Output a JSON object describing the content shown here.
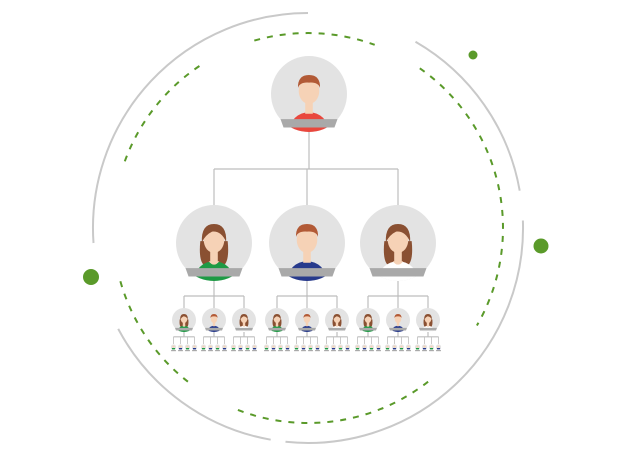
{
  "colors": {
    "background": "#ffffff",
    "ring": "#c9c9c9",
    "dash": "#5a9a2a",
    "dot": "#5a9a2a",
    "connector": "#bdbdbd",
    "avatar_circle": "#e3e3e3",
    "plaque": "#a9a9a9",
    "skin": "#f6d2b6",
    "hair_auburn": "#b25a36",
    "hair_brown": "#8a5032",
    "shirt_red": "#e9473d",
    "shirt_green": "#1e9a45",
    "shirt_navy": "#273a8c",
    "shirt_white": "#ffffff"
  },
  "org_chart": {
    "root": {
      "icon": "male-person-icon",
      "hair": "auburn",
      "shirt": "red"
    },
    "managers": [
      {
        "icon": "female-person-icon",
        "hair": "brown",
        "shirt": "green",
        "reports": [
          {
            "icon": "female-person-icon",
            "hair": "brown",
            "shirt": "green"
          },
          {
            "icon": "male-person-icon",
            "hair": "auburn",
            "shirt": "navy"
          },
          {
            "icon": "female-person-icon",
            "hair": "brown",
            "shirt": "white"
          }
        ]
      },
      {
        "icon": "male-person-icon",
        "hair": "auburn",
        "shirt": "navy",
        "reports": [
          {
            "icon": "female-person-icon",
            "hair": "brown",
            "shirt": "green"
          },
          {
            "icon": "male-person-icon",
            "hair": "auburn",
            "shirt": "navy"
          },
          {
            "icon": "female-person-icon",
            "hair": "brown",
            "shirt": "white"
          }
        ]
      },
      {
        "icon": "female-person-icon",
        "hair": "brown",
        "shirt": "white",
        "reports": [
          {
            "icon": "female-person-icon",
            "hair": "brown",
            "shirt": "green"
          },
          {
            "icon": "male-person-icon",
            "hair": "auburn",
            "shirt": "navy"
          },
          {
            "icon": "female-person-icon",
            "hair": "brown",
            "shirt": "white"
          }
        ]
      }
    ],
    "fourth_level_per_member": 4
  }
}
